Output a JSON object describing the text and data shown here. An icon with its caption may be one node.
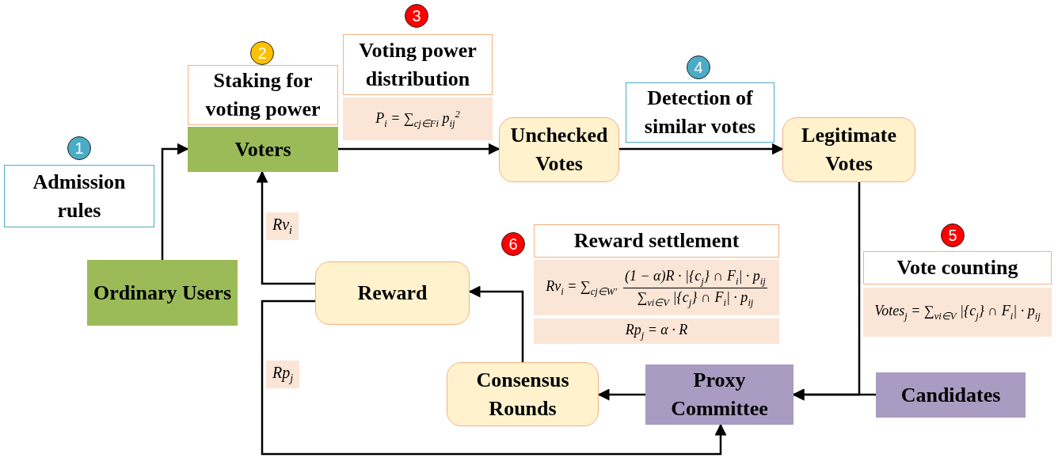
{
  "diagram": {
    "nodes": [
      {
        "text": [
          "1"
        ]
      },
      {
        "text": [
          "Admission rules"
        ]
      },
      {
        "text": [
          "2"
        ]
      },
      {
        "text": [
          "Staking for voting power"
        ]
      },
      {
        "text": [
          "Voters"
        ]
      },
      {
        "text": [
          "3"
        ]
      },
      {
        "text": [
          "Voting power distribution"
        ]
      },
      {
        "text": [
          "P$_{i}$ = ∑$_{cj∈Fi}$ p$_{ij}$$^{2}$"
        ]
      },
      {
        "text": [
          "Unchecked Votes"
        ]
      },
      {
        "text": [
          "4"
        ]
      },
      {
        "text": [
          "Detection of similar votes"
        ]
      },
      {
        "text": [
          "Legitimate Votes"
        ]
      },
      {
        "text": [
          "6"
        ]
      },
      {
        "text": [
          "Reward settlement"
        ]
      },
      {
        "text": [
          "Rv$_{i}$ = ∑$_{cj∈W′}$",
          "(1 − α)R · |{c$_{j}$} ∩ F$_{i}$| · p$_{ij}$",
          "∑$_{vi∈V}$ |{c$_{j}$} ∩ F$_{i}$| · p$_{ij}$"
        ]
      },
      {
        "text": [
          "Rp$_{j}$ = α · R"
        ]
      },
      {
        "text": [
          "Reward"
        ]
      },
      {
        "text": [
          "5"
        ]
      },
      {
        "text": [
          "Vote counting"
        ]
      },
      {
        "text": [
          "Votes$_{j}$ = ∑$_{vi∈V}$ |{c$_{j}$} ∩ F$_{i}$| · p$_{ij}$"
        ]
      },
      {
        "text": [
          "Ordinary Users"
        ]
      },
      {
        "text": [
          "Consensus Rounds"
        ]
      },
      {
        "text": [
          "Proxy Committee"
        ]
      },
      {
        "text": [
          "Candidates"
        ]
      }
    ],
    "edges": [
      {
        "from": 20,
        "to": 4,
        "arrow": "to"
      },
      {
        "from": 4,
        "to": 8,
        "arrow": "to"
      },
      {
        "from": 8,
        "to": 11,
        "arrow": "to"
      },
      {
        "from": 11,
        "to": 22,
        "arrow": "to"
      },
      {
        "from": 23,
        "to": 22,
        "arrow": "to"
      },
      {
        "from": 22,
        "to": 21,
        "arrow": "to"
      },
      {
        "from": 21,
        "to": 16,
        "arrow": "to"
      },
      {
        "from": 16,
        "to": 4,
        "arrow": "to",
        "label": "Rv$_{i}$"
      },
      {
        "from": 16,
        "to": 22,
        "arrow": "to",
        "label": "Rp$_{j}$"
      }
    ]
  }
}
